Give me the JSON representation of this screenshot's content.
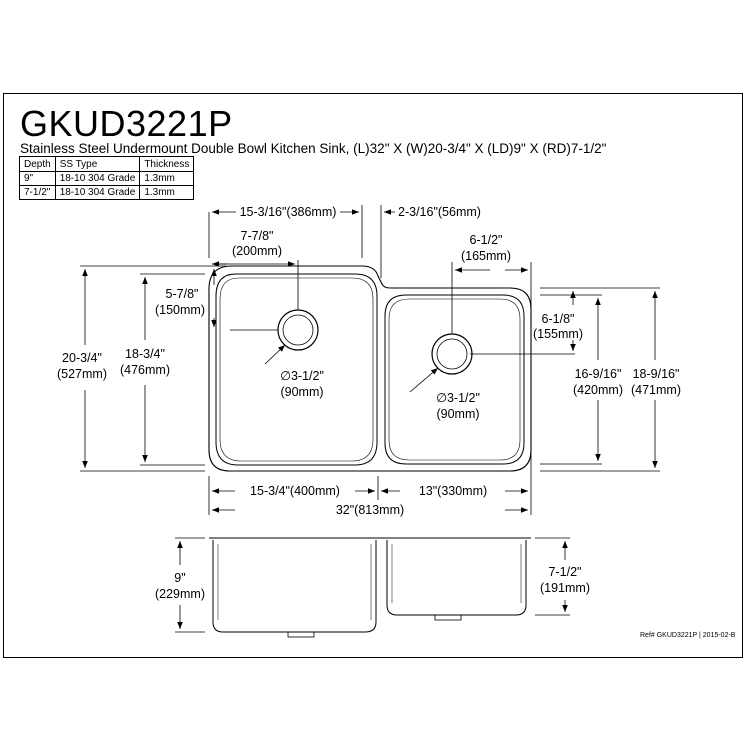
{
  "title": "GKUD3221P",
  "subtitle": "Stainless Steel Undermount Double Bowl Kitchen Sink, (L)32\" X (W)20-3/4\" X (LD)9\" X (RD)7-1/2\"",
  "spec_table": {
    "headers": [
      "Depth",
      "SS Type",
      "Thickness"
    ],
    "rows": [
      [
        "9\"",
        "18-10 304 Grade",
        "1.3mm"
      ],
      [
        "7-1/2\"",
        "18-10 304 Grade",
        "1.3mm"
      ]
    ]
  },
  "dims": {
    "top_left_width": "15-3/16\"(386mm)",
    "top_offset": "2-3/16\"(56mm)",
    "left_drain_x_in": "7-7/8\"",
    "left_drain_x_mm": "(200mm)",
    "right_drain_x_in": "6-1/2\"",
    "right_drain_x_mm": "(165mm)",
    "left_drain_y_in": "5-7/8\"",
    "left_drain_y_mm": "(150mm)",
    "right_drain_y_in": "6-1/8\"",
    "right_drain_y_mm": "(155mm)",
    "overall_width_in": "20-3/4\"",
    "overall_width_mm": "(527mm)",
    "left_bowl_len_in": "18-3/4\"",
    "left_bowl_len_mm": "(476mm)",
    "right_bowl_len_in": "16-9/16\"",
    "right_bowl_len_mm": "(420mm)",
    "right_outer_len_in": "18-9/16\"",
    "right_outer_len_mm": "(471mm)",
    "left_drain_dia_in": "∅3-1/2\"",
    "left_drain_dia_mm": "(90mm)",
    "right_drain_dia_in": "∅3-1/2\"",
    "right_drain_dia_mm": "(90mm)",
    "left_bowl_width": "15-3/4\"(400mm)",
    "right_bowl_width": "13\"(330mm)",
    "overall_length": "32\"(813mm)",
    "left_depth_in": "9\"",
    "left_depth_mm": "(229mm)",
    "right_depth_in": "7-1/2\"",
    "right_depth_mm": "(191mm)"
  },
  "reference": "Ref# GKUD3221P | 2015-02-B"
}
